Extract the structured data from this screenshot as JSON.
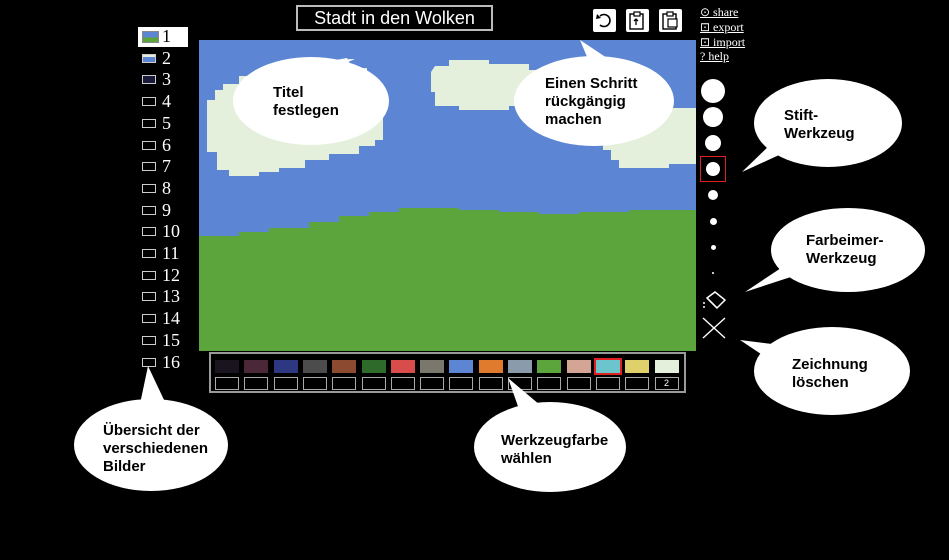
{
  "app": {
    "title": "Stadt in den Wolken"
  },
  "toolbar": {
    "undo_icon": "undo-icon",
    "copy_icon": "clipboard-copy-icon",
    "paste_icon": "clipboard-paste-icon"
  },
  "menu": {
    "share": "⊙ share",
    "export": "⊡ export",
    "import": "⊡ import",
    "help": "? help"
  },
  "pictures": {
    "active": 1,
    "items": [
      "1",
      "2",
      "3",
      "4",
      "5",
      "6",
      "7",
      "8",
      "9",
      "10",
      "11",
      "12",
      "13",
      "14",
      "15",
      "16"
    ]
  },
  "palette": {
    "colors": [
      "#1a1420",
      "#4a2838",
      "#2e3782",
      "#4c4c4c",
      "#8c4a30",
      "#2e6a2a",
      "#d84c4c",
      "#7a786c",
      "#5c86d4",
      "#e07a2c",
      "#8a9cac",
      "#5ca43c",
      "#d4a494",
      "#6cc4cc",
      "#e0d06c",
      "#e4f0dc"
    ],
    "selected_index": 13,
    "slots": [
      "",
      "",
      "",
      "",
      "",
      "",
      "",
      "",
      "",
      "",
      "",
      "",
      "",
      "",
      "",
      "2"
    ]
  },
  "brushes": {
    "sizes": [
      "xxl",
      "xl",
      "l",
      "m",
      "s",
      "xs",
      "xxs",
      "xxxs"
    ],
    "selected_index": 3
  },
  "tools": {
    "fill_icon": "paint-bucket-icon",
    "clear_icon": "clear-x-icon"
  },
  "annotations": {
    "title": [
      "Titel",
      "festlegen"
    ],
    "undo": [
      "Einen Schritt",
      "rückgängig",
      "machen"
    ],
    "pen": [
      "Stift-",
      "Werkzeug"
    ],
    "bucket": [
      "Farbeimer-",
      "Werkzeug"
    ],
    "clear": [
      "Zeichnung",
      "löschen"
    ],
    "overview": [
      "Übersicht der",
      "verschiedenen",
      "Bilder"
    ],
    "color": [
      "Werkzeugfarbe",
      "wählen"
    ]
  }
}
